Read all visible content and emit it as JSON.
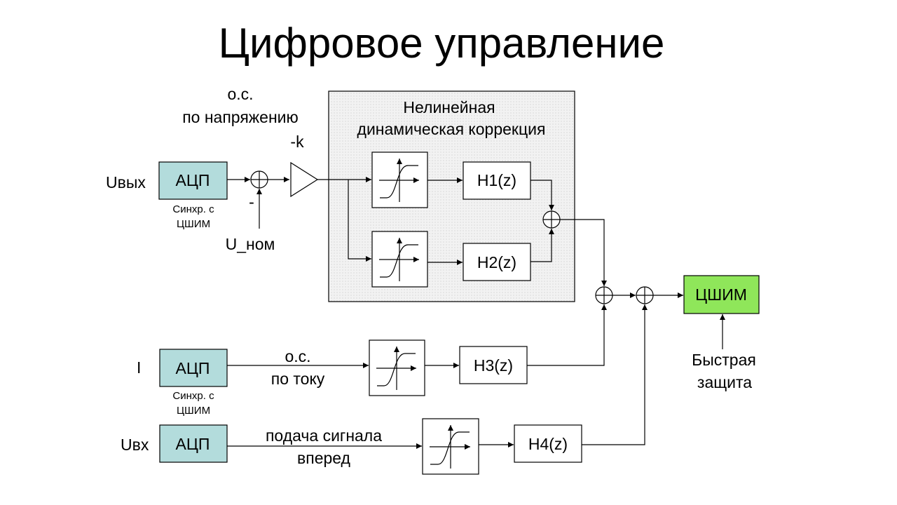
{
  "title": "Цифровое управление",
  "colors": {
    "adc_fill": "#b3dcdc",
    "pwm_fill": "#8fe65a",
    "region_fill": "#ececec"
  },
  "region": {
    "label_line1": "Нелинейная",
    "label_line2": "динамическая коррекция"
  },
  "adc_label": "АЦП",
  "sync_line1": "Синхр. с",
  "sync_line2": "ЦШИМ",
  "inputs": {
    "uout": "Uвых",
    "current": "I",
    "uin": "Uвх"
  },
  "feedback_voltage": {
    "line1": "о.с.",
    "line2": "по напряжению"
  },
  "gain": "-k",
  "minus_sign": "-",
  "reference": "U_ном",
  "filters": {
    "h1": "H1(z)",
    "h2": "H2(z)",
    "h3": "H3(z)",
    "h4": "H4(z)"
  },
  "feedback_current": {
    "line1": "о.с.",
    "line2": "по току"
  },
  "feedforward": {
    "line1": "подача сигнала",
    "line2": "вперед"
  },
  "pwm_label": "ЦШИМ",
  "fast_protection": {
    "line1": "Быстрая",
    "line2": "защита"
  }
}
